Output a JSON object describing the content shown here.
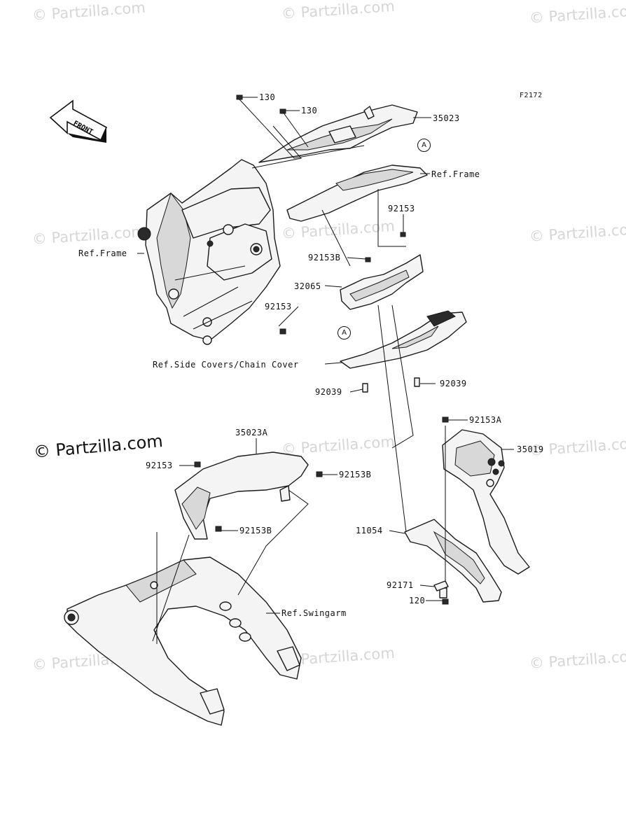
{
  "figure_code": "F2172",
  "front_label": "FRONT",
  "watermark_text": "© Partzilla.com",
  "ref_marker": "A",
  "labels": {
    "p130_a": "130",
    "p130_b": "130",
    "p35023": "35023",
    "ref_frame_top": "Ref.Frame",
    "p92153_top": "92153",
    "ref_frame_left": "Ref.Frame",
    "p92153B_mid": "92153B",
    "p32065": "32065",
    "p92153_mid": "92153",
    "ref_side_covers": "Ref.Side Covers/Chain Cover",
    "p92039_right": "92039",
    "p92039_left": "92039",
    "p92153A": "92153A",
    "p35019": "35019",
    "p35023A": "35023A",
    "p92153_lower": "92153",
    "p92153B_right": "92153B",
    "p92153B_lower": "92153B",
    "p11054": "11054",
    "ref_swingarm": "Ref.Swingarm",
    "p92171": "92171",
    "p120": "120"
  }
}
